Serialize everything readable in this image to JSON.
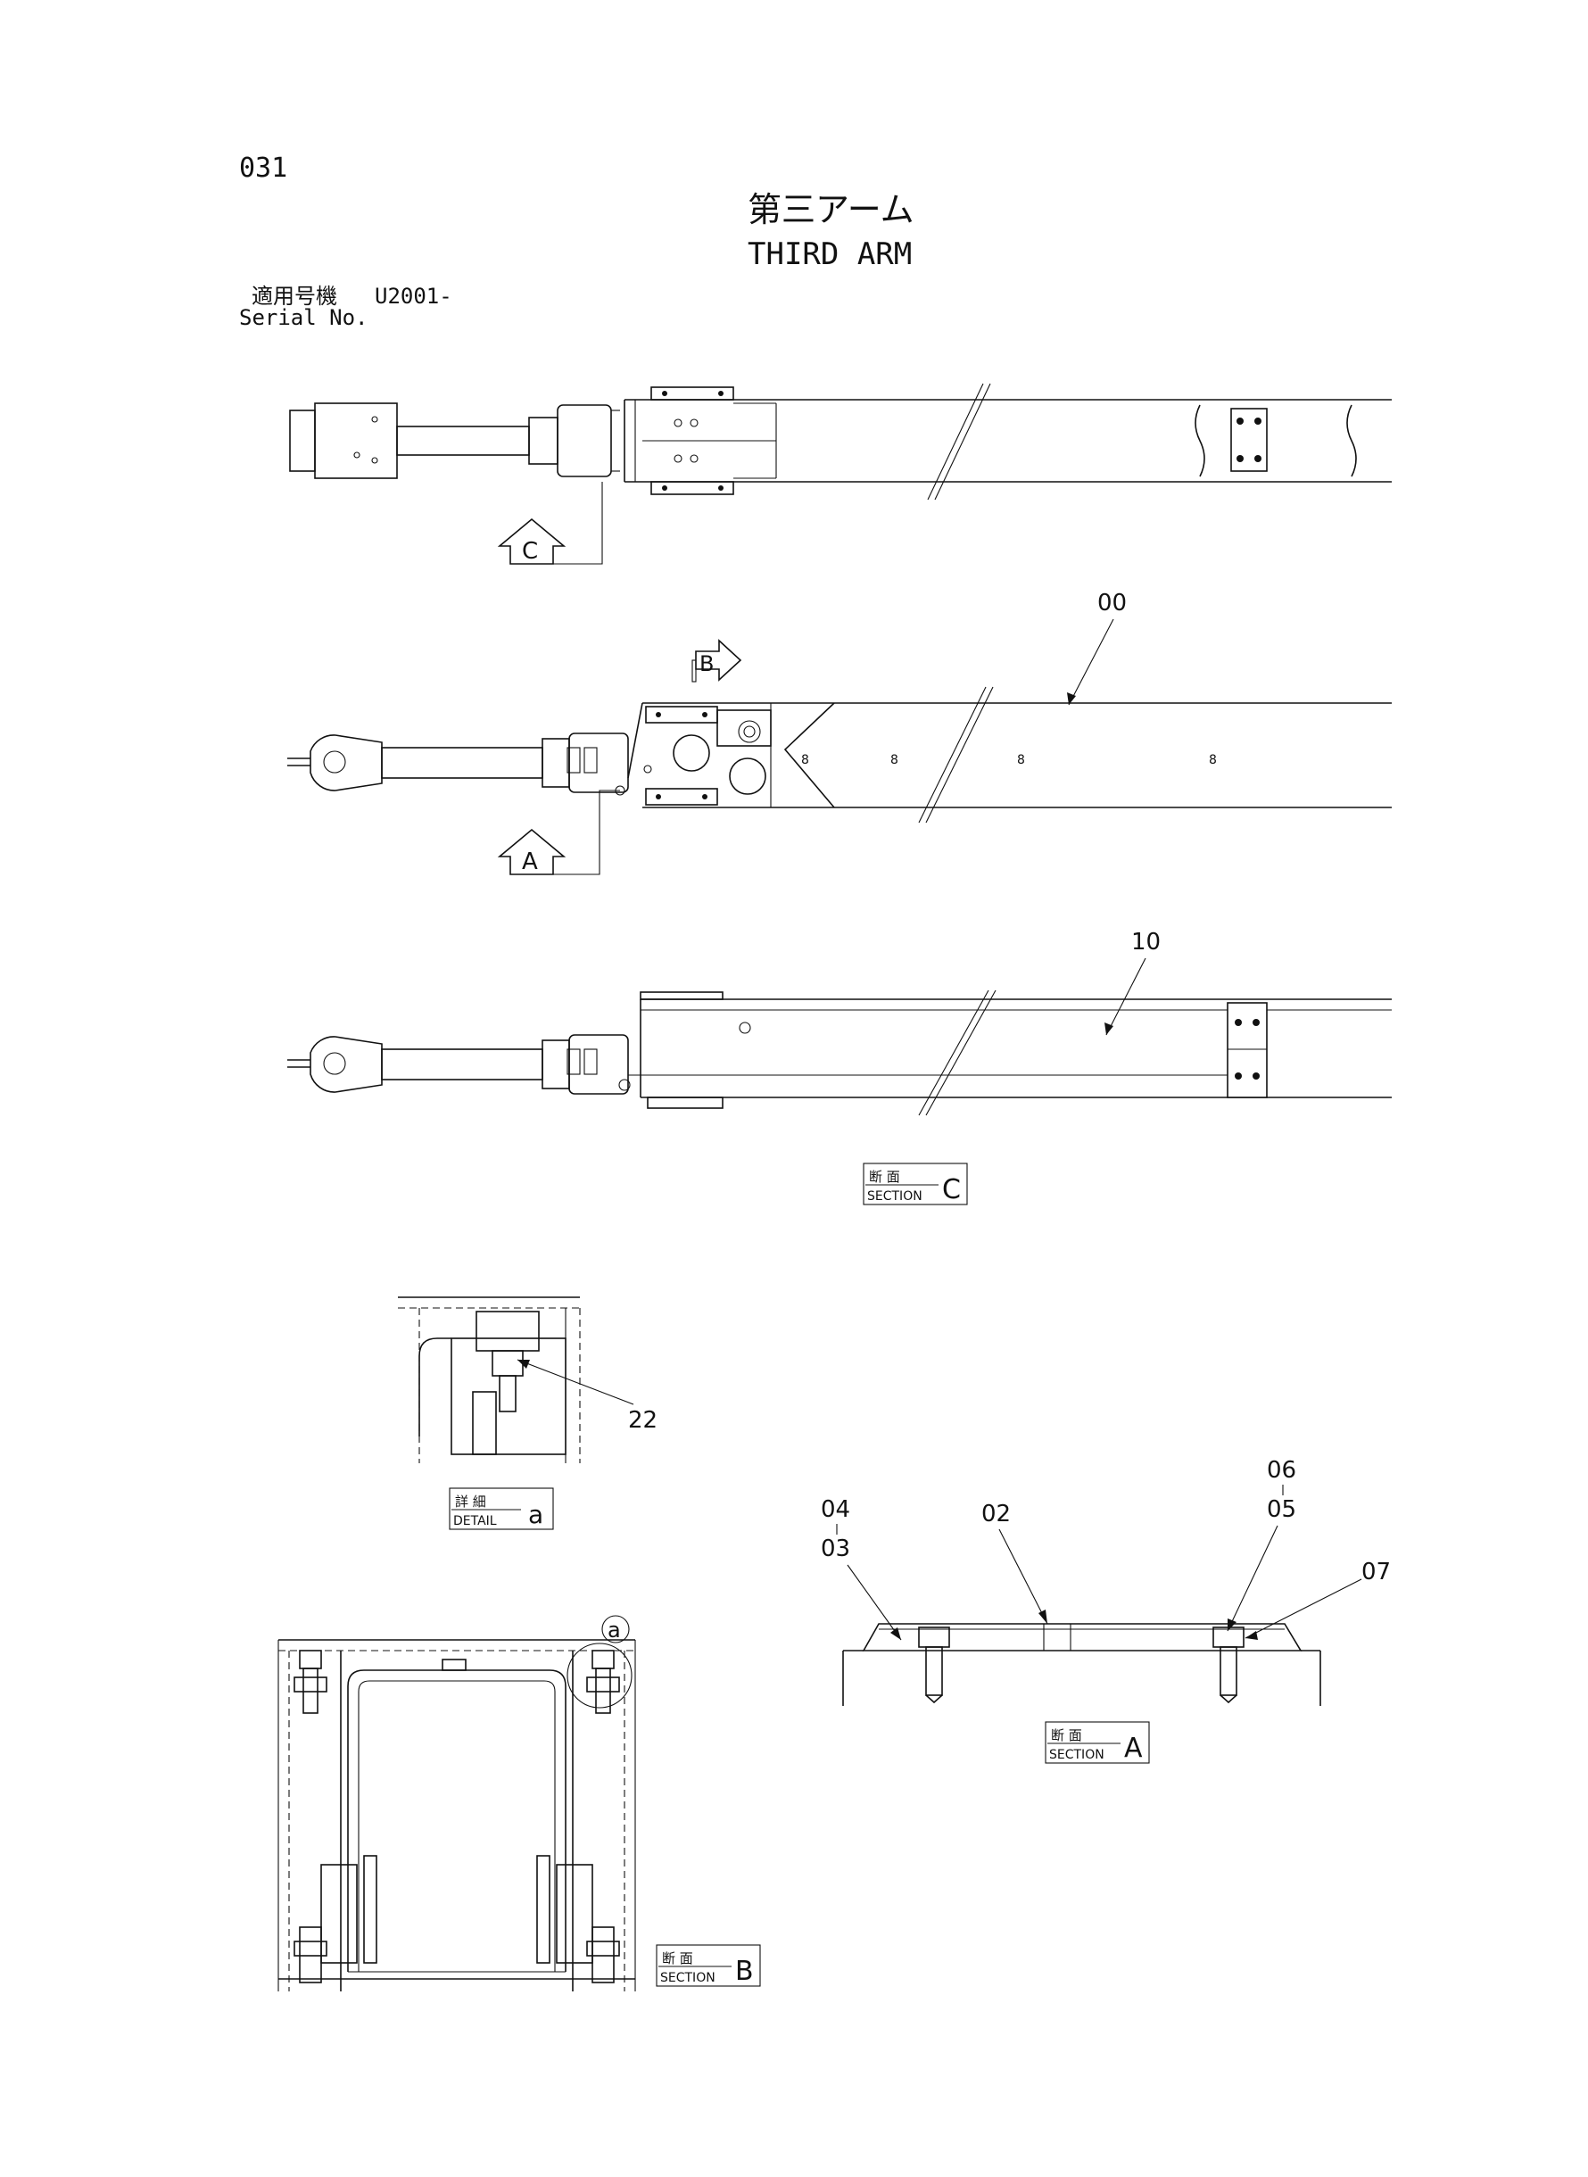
{
  "page_number": "031",
  "title_jp": "第三アーム",
  "title_en": "THIRD ARM",
  "serial": {
    "label_jp": "適用号機",
    "value": "U2001-",
    "label_en": "Serial No."
  },
  "callouts": {
    "p00": "00",
    "p10": "10",
    "p22": "22",
    "p02": "02",
    "p04": "04",
    "p03": "03",
    "p06": "06",
    "p05": "05",
    "p07": "07"
  },
  "views": {
    "a": "A",
    "b": "B",
    "c": "C",
    "detail_a": "a"
  },
  "labels": {
    "section_jp": "断 面",
    "section_en": "SECTION",
    "detail_jp": "詳 細",
    "detail_en": "DETAIL",
    "section_c": "C",
    "section_a": "A",
    "section_b": "B",
    "detail_letter": "a"
  }
}
